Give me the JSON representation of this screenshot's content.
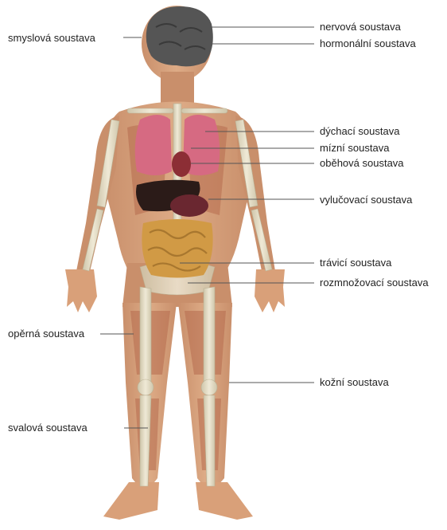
{
  "labels": {
    "smyslova": "smyslová soustava",
    "nervova": "nervová soustava",
    "hormonalni": "hormonální soustava",
    "dychaci": "dýchací soustava",
    "mizni": "mízní soustava",
    "obehova": "oběhová soustava",
    "vylucovaci": "vylučovací soustava",
    "travici": "trávicí soustava",
    "rozmnozovaci": "rozmnožovací soustava",
    "operna": "opěrná soustava",
    "kozni": "kožní soustava",
    "svalova": "svalová soustava"
  },
  "colors": {
    "background": "#ffffff",
    "skin": "#d9a079",
    "muscle": "#c9805f",
    "bone": "#e4dcc4",
    "brain": "#555555",
    "lungs": "#d66a82",
    "heart": "#8c2e35",
    "liver": "#2b1b18",
    "kidney": "#6a2730",
    "intestine": "#d19a45",
    "leader_line": "#555555",
    "label_text": "#222222"
  }
}
